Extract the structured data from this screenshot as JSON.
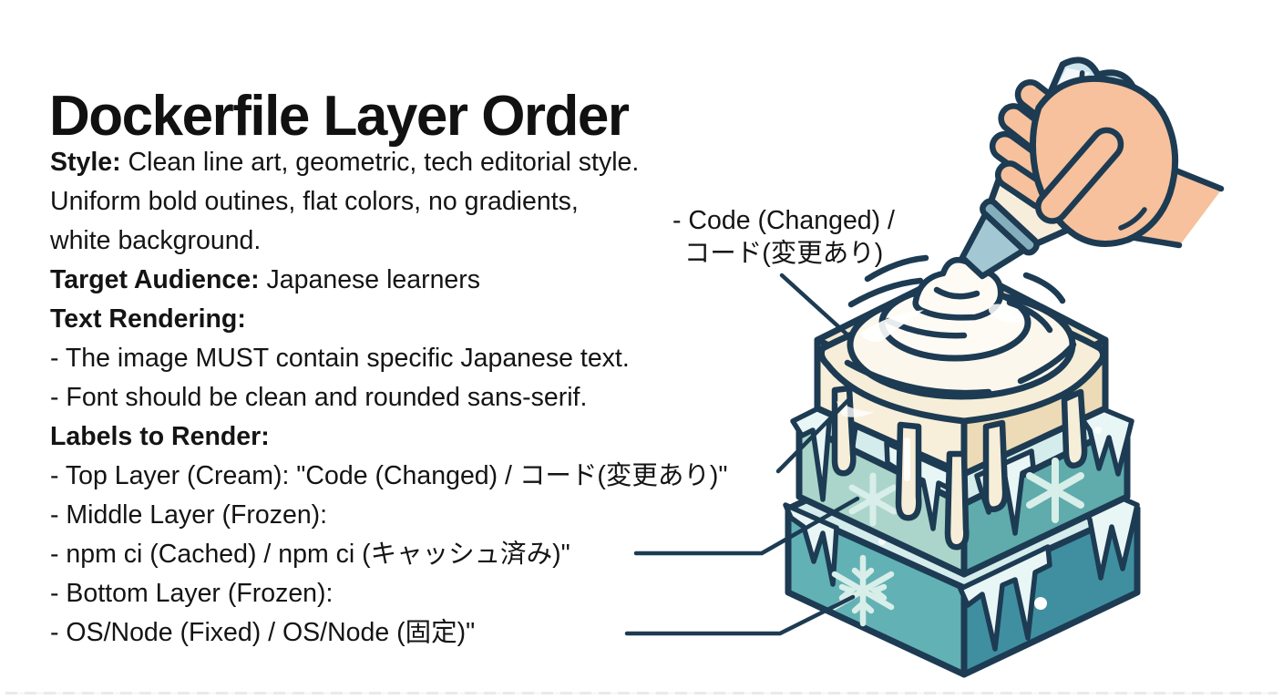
{
  "title": "Dockerfile Layer Order",
  "body": {
    "lines": [
      {
        "bold": "Style:",
        "text": " Clean line art, geometric, tech editorial style."
      },
      {
        "text": "Uniform bold outines, flat colors, no gradients,"
      },
      {
        "text": "white background."
      },
      {
        "bold": "Target Audience:",
        "text": " Japanese learners"
      },
      {
        "bold": "Text Rendering:"
      },
      {
        "text": "- The image MUST contain specific Japanese text."
      },
      {
        "text": "- Font should be clean and rounded sans-serif."
      },
      {
        "bold": "Labels to Render:"
      },
      {
        "text": "- Top Layer (Cream): \"Code (Changed) / コード(変更あり)\""
      },
      {
        "text": "- Middle Layer (Frozen):"
      },
      {
        "text": "- npm ci (Cached) / npm ci (キャッシュ済み)\""
      },
      {
        "text": "- Bottom Layer (Frozen):"
      },
      {
        "text": "- OS/Node (Fixed) / OS/Node (固定)\""
      }
    ]
  },
  "callout": {
    "line1": "- Code (Changed) /",
    "line2": "コード(変更あり)"
  },
  "icons": {
    "piping_bag": "piping-bag-icon",
    "hand": "hand-icon",
    "snowflake": "snowflake-icon",
    "icicles": "icicle-icon",
    "motion_lines": "motion-lines-icon"
  },
  "colors": {
    "outline": "#1d3b52",
    "text": "#141414",
    "cream_top": "#f3e8cc",
    "cream_left": "#f8efda",
    "cream_right": "#ecdbb6",
    "cream_swirl": "#f6eed8",
    "cream_swirl_light": "#fbf7ec",
    "cream_swirl_lighter": "#fdfbf4",
    "middle_left": "#abd5ca",
    "middle_right": "#60abac",
    "bottom_left": "#62b1b5",
    "bottom_right": "#3f8fa0",
    "ice_rim": "#d5ecec",
    "ice": "#e9f6f6",
    "snowflake": "#d8eee9",
    "skin": "#f6c19c",
    "bag": "#f6eddb",
    "crumple": "#cde4ec",
    "nozzle": "#a3c8d3",
    "nozzle_dark": "#84aebc"
  }
}
